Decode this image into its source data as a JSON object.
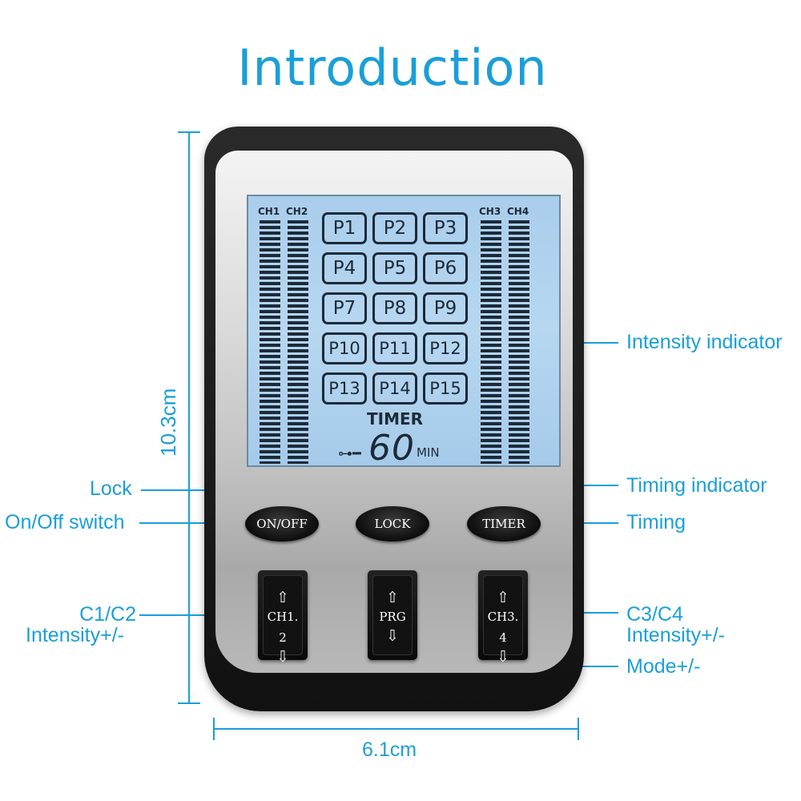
{
  "title": "Introduction",
  "dimensions": {
    "height": "10.3cm",
    "width": "6.1cm"
  },
  "callouts": {
    "intensity_indicator": "Intensity indicator",
    "timing_indicator": "Timing indicator",
    "timing": "Timing",
    "lock": "Lock",
    "onoff": "On/Off switch",
    "c1c2_line1": "C1/C2",
    "c1c2_line2": "Intensity+/-",
    "c3c4_line1": "C3/C4",
    "c3c4_line2": "Intensity+/-",
    "mode": "Mode+/-"
  },
  "lcd": {
    "channels": [
      "CH1",
      "CH2",
      "CH3",
      "CH4"
    ],
    "programs": [
      "P1",
      "P2",
      "P3",
      "P4",
      "P5",
      "P6",
      "P7",
      "P8",
      "P9",
      "P10",
      "P11",
      "P12",
      "P13",
      "P14",
      "P15"
    ],
    "timer_label": "TIMER",
    "timer_value": "60",
    "timer_unit": "MIN",
    "lock_icon": "key-icon"
  },
  "buttons": {
    "onoff": "ON/OFF",
    "lock": "LOCK",
    "timer": "TIMER",
    "ch12": "CH1. 2",
    "prg": "PRG",
    "ch34": "CH3. 4",
    "up_glyph": "⇧",
    "down_glyph": "⇩"
  },
  "colors": {
    "accent": "#1a9fd9",
    "lcd": "#b7d7f0",
    "device": "#1a1a1a"
  }
}
